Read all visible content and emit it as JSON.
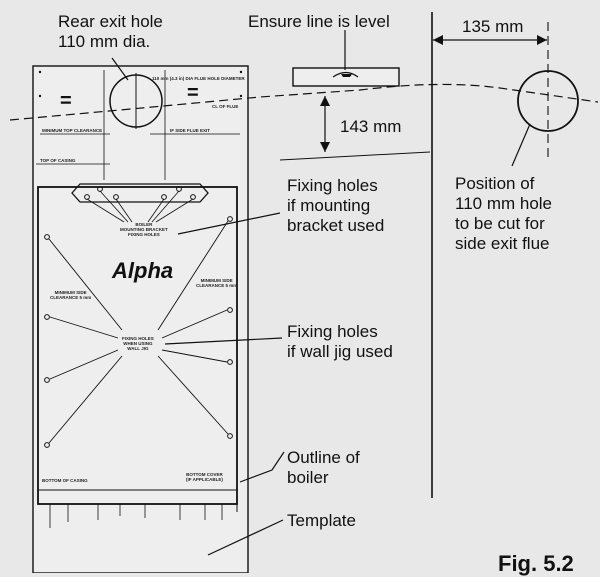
{
  "labels": {
    "rear_exit_hole": "Rear exit hole\n110 mm dia.",
    "ensure_level": "Ensure line is level",
    "dim_135": "135 mm",
    "dim_143": "143 mm",
    "position_hole": "Position of\n110 mm hole\nto be cut for\nside exit flue",
    "fixing_bracket": "Fixing holes\nif mounting\nbracket used",
    "fixing_jig": "Fixing holes\nif wall jig used",
    "outline_boiler": "Outline of\nboiler",
    "template": "Template",
    "figure": "Fig. 5.2"
  },
  "template_text": {
    "brand": "Alpha",
    "equals_left": "=",
    "equals_right": "=",
    "hole_diameter": "110 mm (4.3 in) DIA FLUE HOLE DIAMETER",
    "cl_of_flue": "CL OF FLUE",
    "top_clearance": "MINIMUM TOP CLEARANCE",
    "side_flue_exit": "IF SIDE FLUE EXIT",
    "top_of_casing": "TOP OF CASING",
    "bracket_holes": "BOILER\nMOUNTING BRACKET\nFIXING HOLES",
    "side_clearance_left": "MINIMUM SIDE\nCLEARANCE 5 mm",
    "side_clearance_right": "MINIMUM SIDE\nCLEARANCE 5 mm",
    "jig_holes": "FIXING HOLES\nWHEN USING\nWALL JIG",
    "bottom_of_casing": "BOTTOM OF CASING",
    "bottom_cover": "BOTTOM COVER\n(IF APPLICABLE)"
  },
  "colors": {
    "background": "#e8e8e8",
    "ink": "#111111",
    "template_fill": "#eeeeee"
  }
}
